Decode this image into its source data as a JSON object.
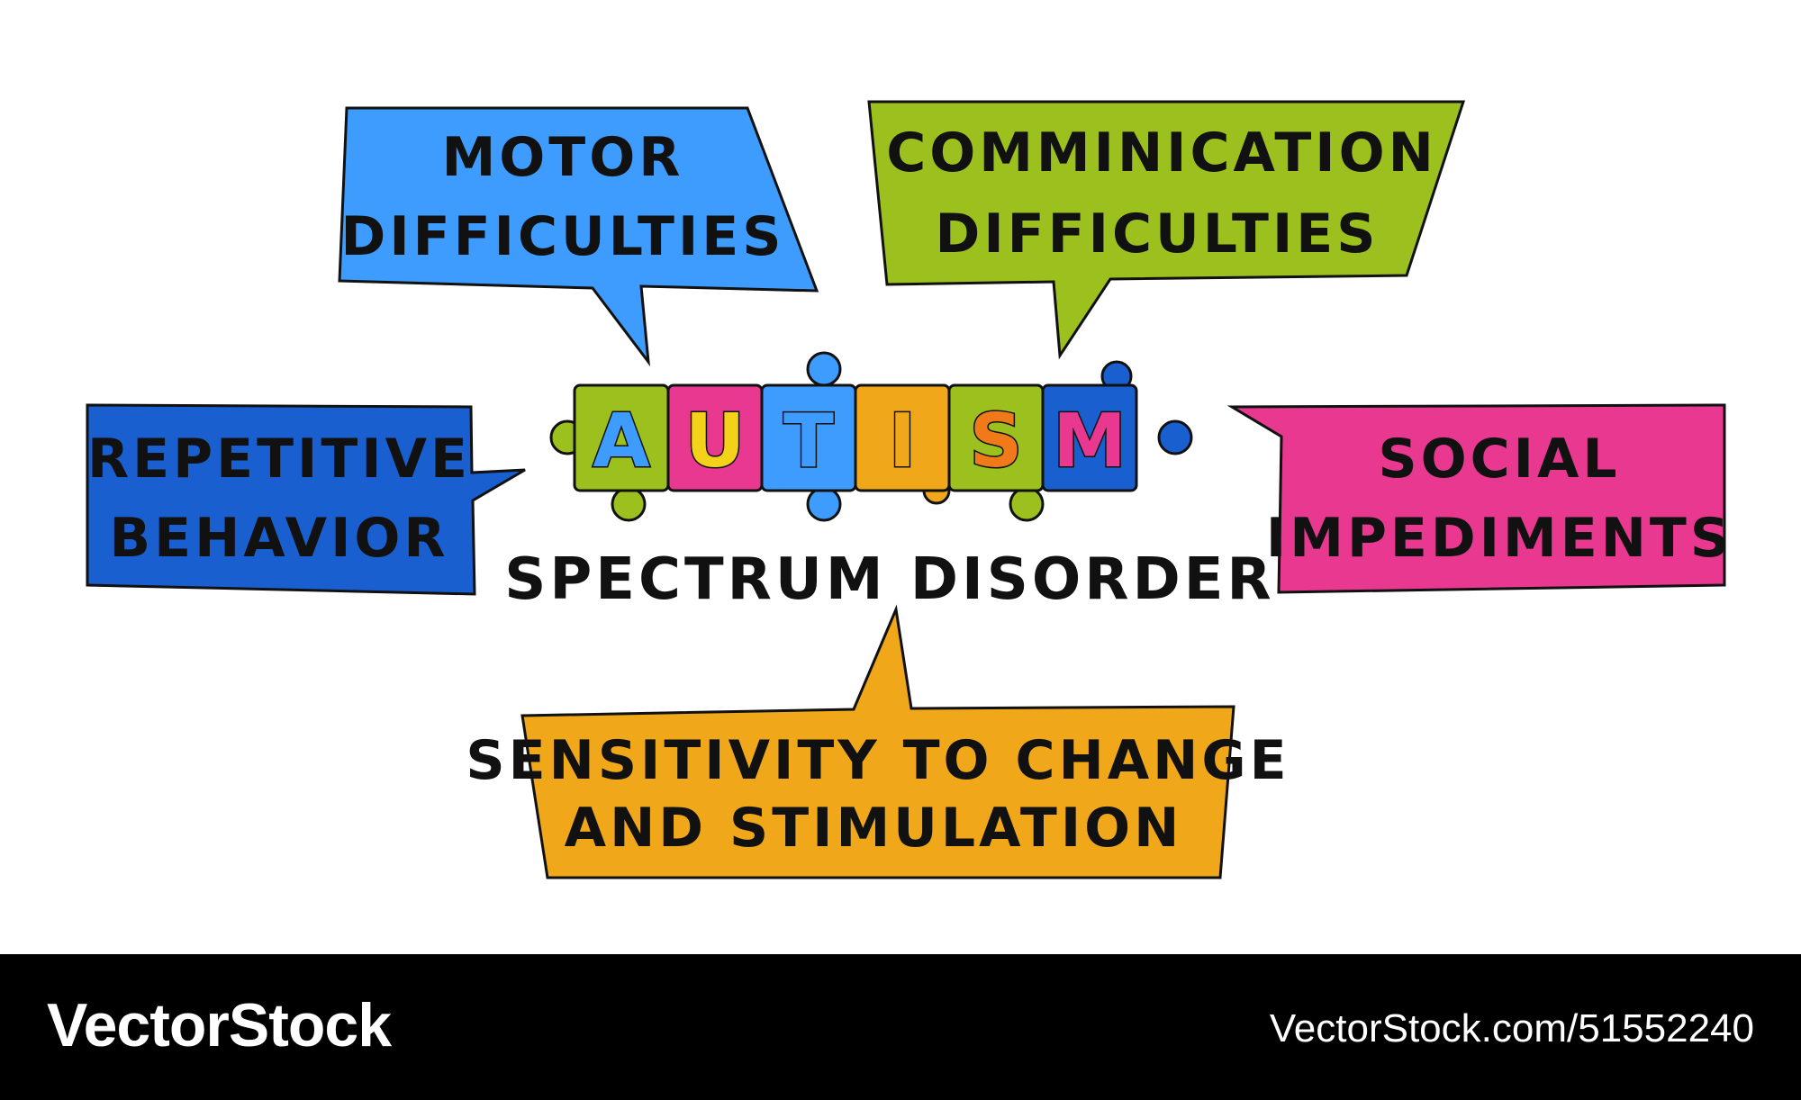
{
  "diagram": {
    "title_letters": [
      "A",
      "U",
      "T",
      "I",
      "S",
      "M"
    ],
    "subtitle": "SPECTRUM DISORDER",
    "bubbles": {
      "motor": {
        "lines": [
          "MOTOR",
          "DIFFICULTIES"
        ],
        "color": "#3d9cfd"
      },
      "communication": {
        "lines": [
          "COMMINICATION",
          "DIFFICULTIES"
        ],
        "color": "#9cc11f"
      },
      "repetitive": {
        "lines": [
          "REPETITIVE",
          "BEHAVIOR"
        ],
        "color": "#1a5fd0"
      },
      "social": {
        "lines": [
          "SOCIAL",
          "IMPEDIMENTS"
        ],
        "color": "#e8388f"
      },
      "sensitivity": {
        "lines": [
          "SENSITIVITY TO CHANGE",
          "AND STIMULATION"
        ],
        "color": "#f0a81a"
      }
    },
    "piece_colors": [
      "#9cc11f",
      "#e8388f",
      "#3d9cfd",
      "#f0a81a",
      "#9cc11f",
      "#1a5fd0"
    ],
    "letter_colors": [
      "#3d9cfd",
      "#f4d21a",
      "#3d9cfd",
      "#f0a81a",
      "#f07a1a",
      "#e8388f"
    ]
  },
  "footer": {
    "brand": "VectorStock",
    "url": "VectorStock.com/51552240"
  }
}
